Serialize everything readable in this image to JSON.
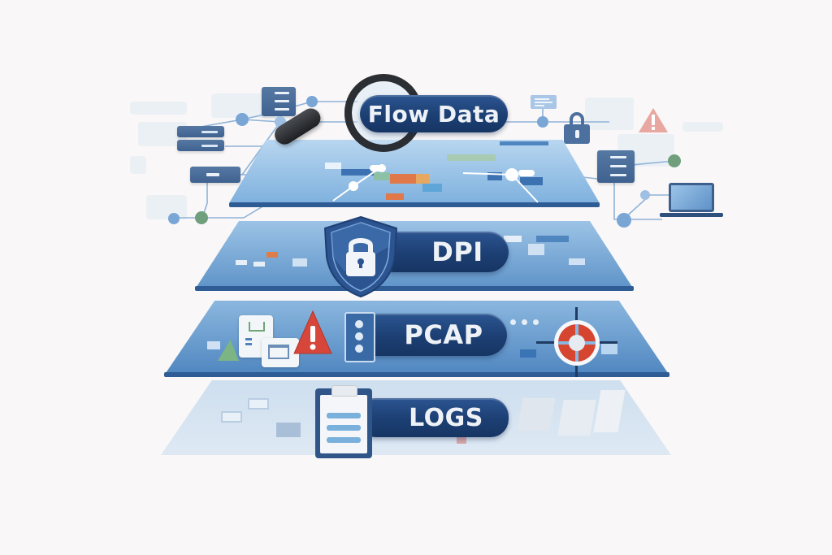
{
  "diagram": {
    "type": "layered-stack",
    "description": "Network visibility data layers stacked as plates",
    "layers": [
      {
        "id": "flow",
        "label": "Flow Data",
        "icon": "magnifier-icon",
        "order": 1
      },
      {
        "id": "dpi",
        "label": "DPI",
        "icon": "shield-lock-icon",
        "order": 2
      },
      {
        "id": "pcap",
        "label": "PCAP",
        "icon": "packet-icon",
        "order": 3
      },
      {
        "id": "logs",
        "label": "LOGS",
        "icon": "clipboard-icon",
        "order": 4
      }
    ],
    "peripheral_icons": [
      "server-icon",
      "lock-icon",
      "warning-icon",
      "laptop-icon",
      "chat-icon",
      "crosshair-icon",
      "document-icon",
      "cart-icon"
    ],
    "colors": {
      "background": "#f9f7f7",
      "pill": "#1c3f73",
      "pill_text": "#eef2f7",
      "plate_light": "#8fbde3",
      "plate_mid": "#5b8fc4",
      "plate_edge": "#2f5c94",
      "server": "#4a6e9c",
      "node_blue": "#7aa6d6",
      "node_green": "#6f9f7c",
      "warning_red": "#d6463a",
      "accent_orange": "#e0784a"
    }
  }
}
